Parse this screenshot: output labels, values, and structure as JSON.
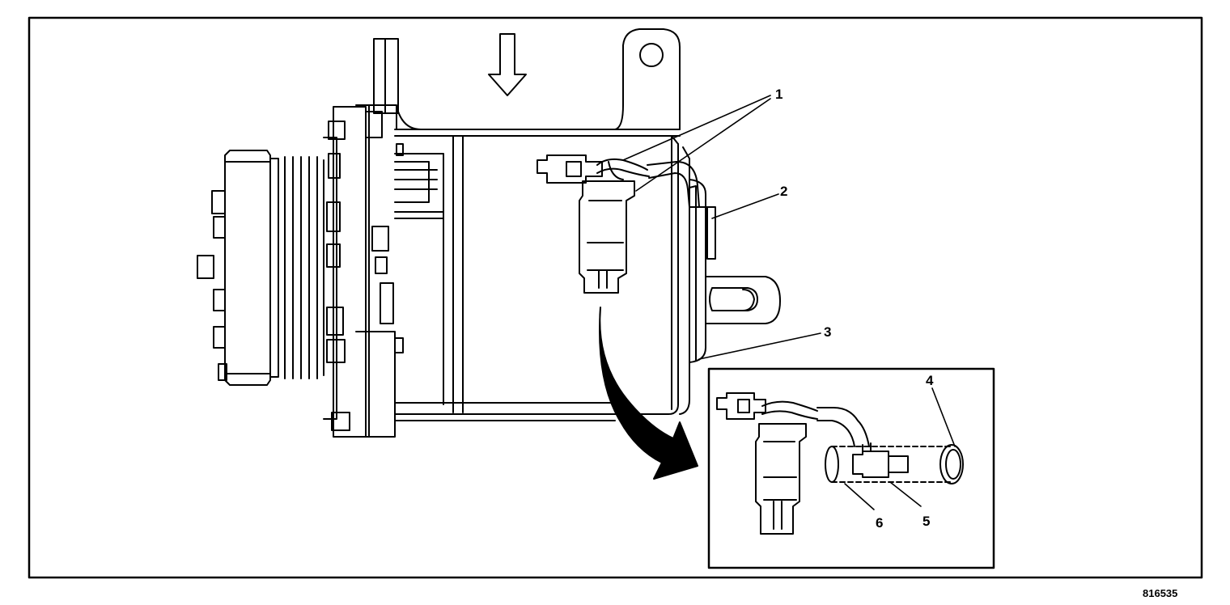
{
  "figure": {
    "id_label": "816535",
    "callouts": {
      "c1": "1",
      "c2": "2",
      "c3": "3",
      "c4": "4",
      "c5": "5",
      "c6": "6"
    }
  },
  "colors": {
    "ink": "#000000",
    "paper": "#ffffff"
  }
}
